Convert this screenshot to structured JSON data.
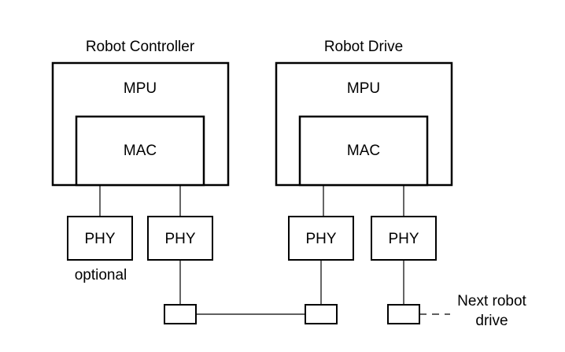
{
  "controller": {
    "title": "Robot Controller",
    "mpu_label": "MPU",
    "mac_label": "MAC",
    "phy_left_label": "PHY",
    "phy_right_label": "PHY",
    "optional_note": "optional"
  },
  "drive": {
    "title": "Robot Drive",
    "mpu_label": "MPU",
    "mac_label": "MAC",
    "phy_left_label": "PHY",
    "phy_right_label": "PHY"
  },
  "next_drive": {
    "line1": "Next robot",
    "line2": "drive"
  }
}
